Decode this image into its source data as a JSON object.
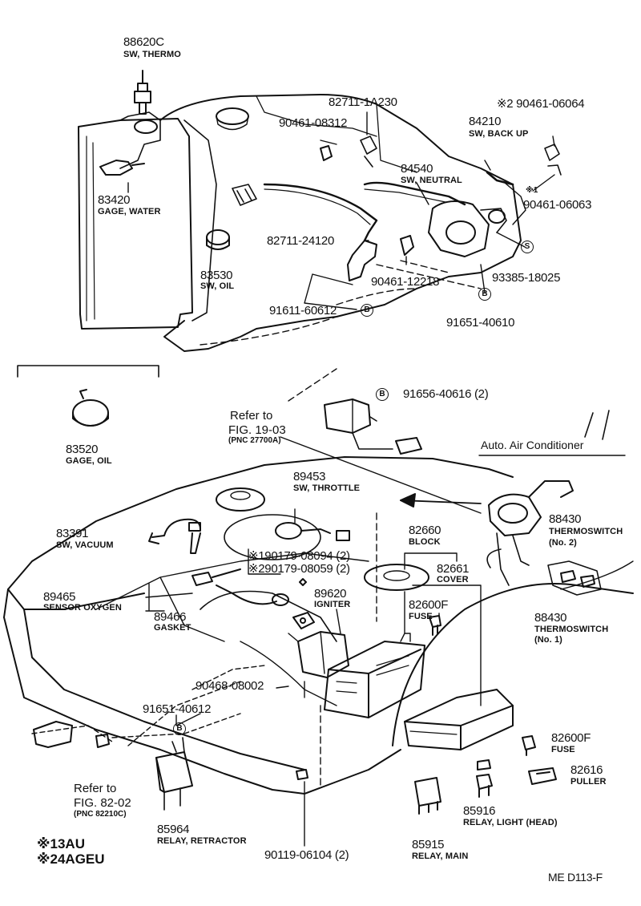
{
  "parts": {
    "p88620c": {
      "number": "88620C",
      "name": "SW, THERMO"
    },
    "p82711a": {
      "number": "82711-1A230"
    },
    "p90461_08312": {
      "number": "90461-08312"
    },
    "p90461_06064": {
      "number": "※2 90461-06064"
    },
    "p84210": {
      "number": "84210",
      "name": "SW, BACK UP"
    },
    "p84540": {
      "number": "84540",
      "name": "SW, NEUTRAL"
    },
    "p90461_06063": {
      "number": "90461-06063",
      "mark": "※1"
    },
    "p83420": {
      "number": "83420",
      "name": "GAGE, WATER"
    },
    "p82711b": {
      "number": "82711-24120"
    },
    "p83530": {
      "number": "83530",
      "name": "SW, OIL"
    },
    "p90461_12218": {
      "number": "90461-12218"
    },
    "p93385": {
      "number": "93385-18025",
      "mark": "S"
    },
    "p91611": {
      "number": "91611-60612",
      "mark": "B"
    },
    "p91651_40610": {
      "number": "91651-40610",
      "mark": "B"
    },
    "p91656": {
      "number": "91656-40616 (2)",
      "mark": "B"
    },
    "p83520": {
      "number": "83520",
      "name": "GAGE, OIL"
    },
    "p89453": {
      "number": "89453",
      "name": "SW, THROTTLE"
    },
    "p83391": {
      "number": "83391",
      "name": "SW, VACUUM"
    },
    "p90179a": {
      "number": "※190179-08094 (2)"
    },
    "p90179b": {
      "number": "※290179-08059 (2)"
    },
    "p82660": {
      "number": "82660",
      "name": "BLOCK"
    },
    "p82661": {
      "number": "82661",
      "name": "COVER"
    },
    "p89465": {
      "number": "89465",
      "name": "SENSOR OXYGEN"
    },
    "p89620": {
      "number": "89620",
      "name": "IGNITER"
    },
    "p82600f_a": {
      "number": "82600F",
      "name": "FUSE"
    },
    "p89466": {
      "number": "89466",
      "name": "GASKET"
    },
    "p88430a": {
      "number": "88430",
      "name": "THERMOSWITCH",
      "sub": "(No. 2)"
    },
    "p88430b": {
      "number": "88430",
      "name": "THERMOSWITCH",
      "sub": "(No. 1)"
    },
    "p90468": {
      "number": "90468-08002"
    },
    "p91651_40612": {
      "number": "91651-40612",
      "mark": "B"
    },
    "p82600f_b": {
      "number": "82600F",
      "name": "FUSE"
    },
    "p82616": {
      "number": "82616",
      "name": "PULLER"
    },
    "p85916": {
      "number": "85916",
      "name": "RELAY, LIGHT (HEAD)"
    },
    "p85964": {
      "number": "85964",
      "name": "RELAY, RETRACTOR"
    },
    "p90119": {
      "number": "90119-06104 (2)"
    },
    "p85915": {
      "number": "85915",
      "name": "RELAY, MAIN"
    }
  },
  "refs": {
    "fig1903": {
      "line1": "Refer to",
      "line2": "FIG. 19-03",
      "pnc": "(PNC 27700A)"
    },
    "fig8202": {
      "line1": "Refer to",
      "line2": "FIG. 82-02",
      "pnc": "(PNC 82210C)"
    }
  },
  "section": {
    "air_conditioner": "Auto. Air Conditioner"
  },
  "notes": {
    "n1": "※13AU",
    "n2": "※24AGEU"
  },
  "footer": {
    "code": "ME  D113-F"
  }
}
